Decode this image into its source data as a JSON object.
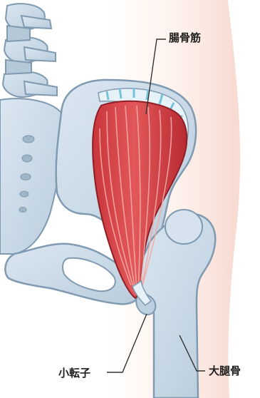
{
  "labels": {
    "iliacus": "腸骨筋",
    "lesser_trochanter": "小転子",
    "femur": "大腿骨"
  },
  "colors": {
    "bone_fill": "#c9d9e6",
    "bone_stroke": "#7f9ab1",
    "muscle_fill": "#d9464a",
    "muscle_highlight": "#f2a9a3",
    "tendon": "#e6f2f8",
    "cartilage_blue": "#74c3da",
    "skin_tint": "#fbe3dc",
    "leader_line": "#333333"
  }
}
